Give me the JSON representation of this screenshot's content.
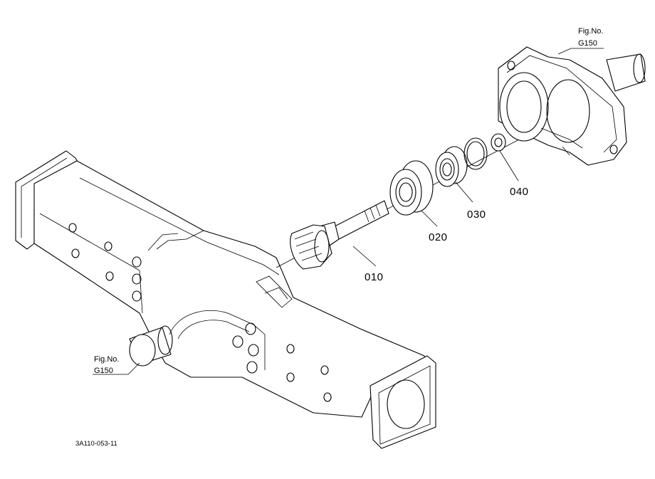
{
  "diagram": {
    "part_labels": [
      {
        "id": "010",
        "text": "010"
      },
      {
        "id": "020",
        "text": "020"
      },
      {
        "id": "030",
        "text": "030"
      },
      {
        "id": "040",
        "text": "040"
      }
    ],
    "fig_refs": [
      {
        "title": "Fig.No.",
        "number": "G150"
      },
      {
        "title": "Fig.No.",
        "number": "G150"
      }
    ],
    "drawing_code": "3A110-053-11"
  }
}
